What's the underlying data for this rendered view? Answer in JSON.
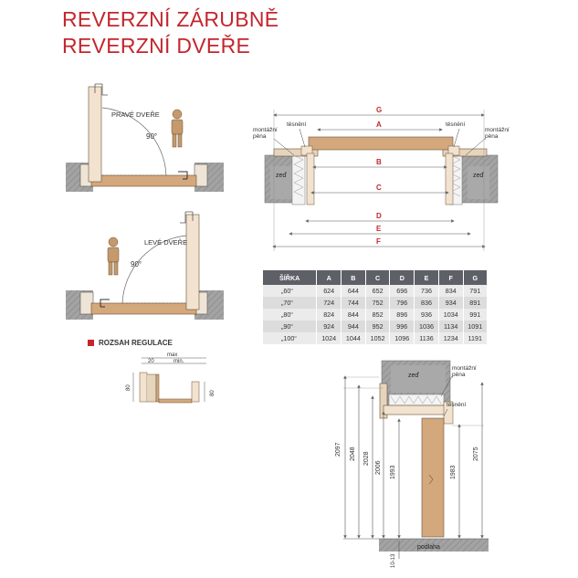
{
  "title": {
    "line1": "REVERZNÍ ZÁRUBNĚ",
    "line2": "REVERZNÍ DVEŘE"
  },
  "plan": {
    "right_door": "PRAVÉ DVEŘE",
    "left_door": "LEVÉ DVEŘE",
    "angle": "90°"
  },
  "section": {
    "labels": {
      "foam": "montážní\npěna",
      "seal": "těsnění",
      "wall": "zeď",
      "floor": "podlaha"
    },
    "dimensions": [
      "G",
      "A",
      "B",
      "C",
      "D",
      "E",
      "F"
    ]
  },
  "table": {
    "headers": [
      "ŠÍŘKA",
      "A",
      "B",
      "C",
      "D",
      "E",
      "F",
      "G"
    ],
    "rows": [
      [
        "„60“",
        "624",
        "644",
        "652",
        "696",
        "736",
        "834",
        "791"
      ],
      [
        "„70“",
        "724",
        "744",
        "752",
        "796",
        "836",
        "934",
        "891"
      ],
      [
        "„80“",
        "824",
        "844",
        "852",
        "896",
        "936",
        "1034",
        "991"
      ],
      [
        "„90“",
        "924",
        "944",
        "952",
        "996",
        "1036",
        "1134",
        "1091"
      ],
      [
        "„100“",
        "1024",
        "1044",
        "1052",
        "1096",
        "1136",
        "1234",
        "1191"
      ]
    ]
  },
  "regulation": {
    "title": "ROZSAH REGULACE",
    "max": "max",
    "min": "min.",
    "val20": "20",
    "val80a": "80",
    "val80b": "80"
  },
  "vertical": {
    "dims": [
      "2097",
      "2048",
      "2028",
      "2006",
      "1993",
      "1983",
      "2075"
    ],
    "gap": "10-13"
  },
  "colors": {
    "accent": "#c4262e",
    "wood": "#d3a87c",
    "frame": "#f1e3cf",
    "wall": "#9d9d9d"
  }
}
